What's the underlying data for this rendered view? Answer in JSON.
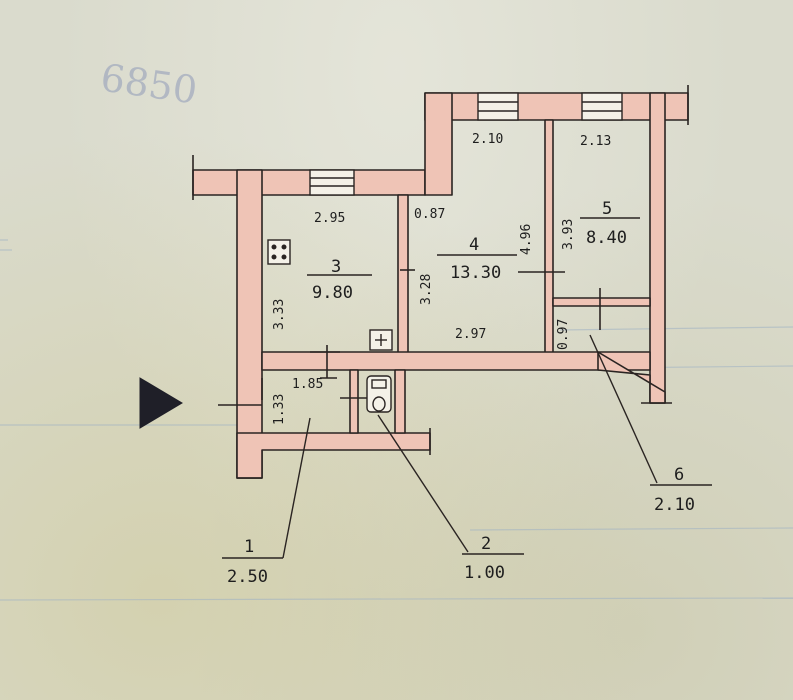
{
  "colors": {
    "paper": "#dadbcd",
    "wall_fill": "#efc4b6",
    "wall_stroke": "#2a2422",
    "ink": "#1e1e1e",
    "stamp_ink": "#8f9ab8",
    "blue_lines": "#9fb2c4"
  },
  "stamp_text": "6850",
  "rooms": {
    "room1": {
      "number": "1",
      "area": "2.50"
    },
    "room2": {
      "number": "2",
      "area": "1.00"
    },
    "room3": {
      "number": "3",
      "area": "9.80"
    },
    "room4": {
      "number": "4",
      "area": "13.30"
    },
    "room5": {
      "number": "5",
      "area": "8.40"
    },
    "room6": {
      "number": "6",
      "area": "2.10"
    }
  },
  "dimensions": {
    "room3_width": "2.95",
    "room3_height": "3.33",
    "room3_4_wall": "3.28",
    "room4_top": "2.10",
    "room4_left": "0.87",
    "room4_height": "4.96",
    "room4_bottom": "2.97",
    "room5_top": "2.13",
    "room5_height": "3.93",
    "room6_height": "0.97",
    "room1_width": "1.85",
    "room1_height": "1.33"
  },
  "icons": {
    "entrance": "entrance-arrow-icon",
    "stove": "stove-icon",
    "sink": "sink-icon",
    "toilet": "toilet-icon"
  }
}
